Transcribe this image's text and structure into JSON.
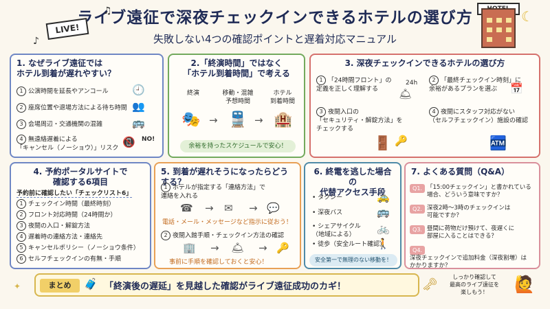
{
  "title": "ライブ遠征で深夜チェックインできるホテルの選び方",
  "subtitle": "失敗しない4つの確認ポイントと遅着対応マニュアル",
  "live_tag": "LIVE!",
  "hotel_sign": "HOTEL",
  "colors": {
    "navy": "#1e2a55",
    "blue": "#6e86c4",
    "green": "#72a95c",
    "red": "#d5706c",
    "orange": "#e8a055",
    "teal": "#4e8aa7",
    "pink": "#d98f9b",
    "gold": "#d7b64e"
  },
  "section1": {
    "title": "1. なぜライブ遠征では\nホテル到着が遅れやすい？",
    "items": [
      "公演時間を延長やアンコール",
      "座席位置や退場方法による待ち時間",
      "会場周辺・交通機関の混雑",
      "無遠絡遅着による\n「キャンセル（ノーショウ）」リスク"
    ],
    "no_label": "NO!"
  },
  "section2": {
    "title": "2.「終演時間」ではなく\n「ホテル到着時間」で考える",
    "labels": [
      "終演",
      "移動・混雑\n予想時間",
      "ホテル\n到着時間"
    ],
    "footer": "余裕を持ったスケジュールで安心！"
  },
  "section3": {
    "title": "3. 深夜チェックインできるホテルの選び方",
    "items": [
      "「24時間フロント」の\n定義を正しく理解する",
      "「最終チェックイン時刻」に\n余裕があるプランを選ぶ",
      "夜間入口の\n「セキュリティ・解錠方法」を\nチェックする",
      "夜間にスタッフ対応がない\n（セルフチェックイン）施設の確認"
    ],
    "clock_label": "24h"
  },
  "section4": {
    "title": "4. 予約ポータルサイトで\n確認する6項目",
    "checklist_title": "予約前に確認したい「チェックリスト6」",
    "items": [
      "チェックイン時間（最終時刻）",
      "フロント対応時間（24時間か）",
      "夜間の入口・解錠方法",
      "遅着時の連絡方法・連絡先",
      "キャンセルポリシー（ノーショウ条件）",
      "セルフチェックインの有無・手順"
    ]
  },
  "section5": {
    "title": "5. 到着が遅れそうになったらどうする？",
    "step1": "ホテルが指定する「連絡方法」で\n連絡を入れる",
    "step1_note": "電話・メール・メッセージなど指示に従おう！",
    "step2": "夜間入館手順・チェックイン方法の確認",
    "step2_note": "事前に手順を確認しておくと安心！"
  },
  "section6": {
    "title": "6. 終電を逃した場合の\n代替アクセス手段",
    "items": [
      "タクシー",
      "深夜バス",
      "シェアサイクル\n（地域による）",
      "徒歩（安全ルート確認）"
    ],
    "footer": "安全第一で無理のない移動を！"
  },
  "section7": {
    "title": "7. よくある質問（Q&A）",
    "items": [
      {
        "q": "Q1.",
        "text": "「15:00チェックイン」と書かれている\n場合、どういう意味ですか？"
      },
      {
        "q": "Q2.",
        "text": "深夜2時〜3時のチェックインは\n可能ですか？"
      },
      {
        "q": "Q3.",
        "text": "昼間に荷物だけ預けて、夜遅くに\n部屋に入ることはできる？"
      },
      {
        "q": "Q4.",
        "text": "深夜チェックインで追加料金（深夜割増）は\nかかりますか？"
      }
    ]
  },
  "summary": {
    "label": "まとめ",
    "text": "「終演後の遅延」を見越した確認がライブ遠征成功のカギ！"
  },
  "bubble": "しっかり確認して\n最高のライブ遠征を\n楽しもう！"
}
